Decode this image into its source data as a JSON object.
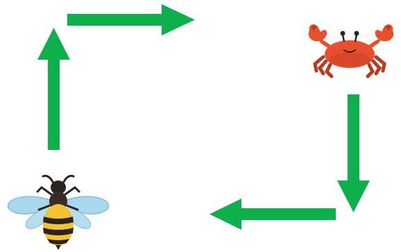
{
  "diagram": {
    "nodes": [
      {
        "id": "crab",
        "icon": "crab-icon",
        "position": "top-right"
      },
      {
        "id": "bee",
        "icon": "bee-icon",
        "position": "bottom-left"
      }
    ],
    "arrows": [
      {
        "id": "top-arrow",
        "direction": "right",
        "from": "bee",
        "to": "crab"
      },
      {
        "id": "right-arrow",
        "direction": "down",
        "from": "crab",
        "to": "bee"
      },
      {
        "id": "bottom-arrow",
        "direction": "left",
        "from": "crab",
        "to": "bee"
      },
      {
        "id": "left-arrow",
        "direction": "up",
        "from": "bee",
        "to": "crab"
      }
    ],
    "colors": {
      "arrow": "#0db14b",
      "crab": "#e8502d",
      "crab_dark": "#b93a1f",
      "bee_body": "#f4c430",
      "bee_stripe": "#2b2320",
      "bee_wing": "#a9d8ee",
      "bee_wing_edge": "#7fbfdc"
    }
  }
}
